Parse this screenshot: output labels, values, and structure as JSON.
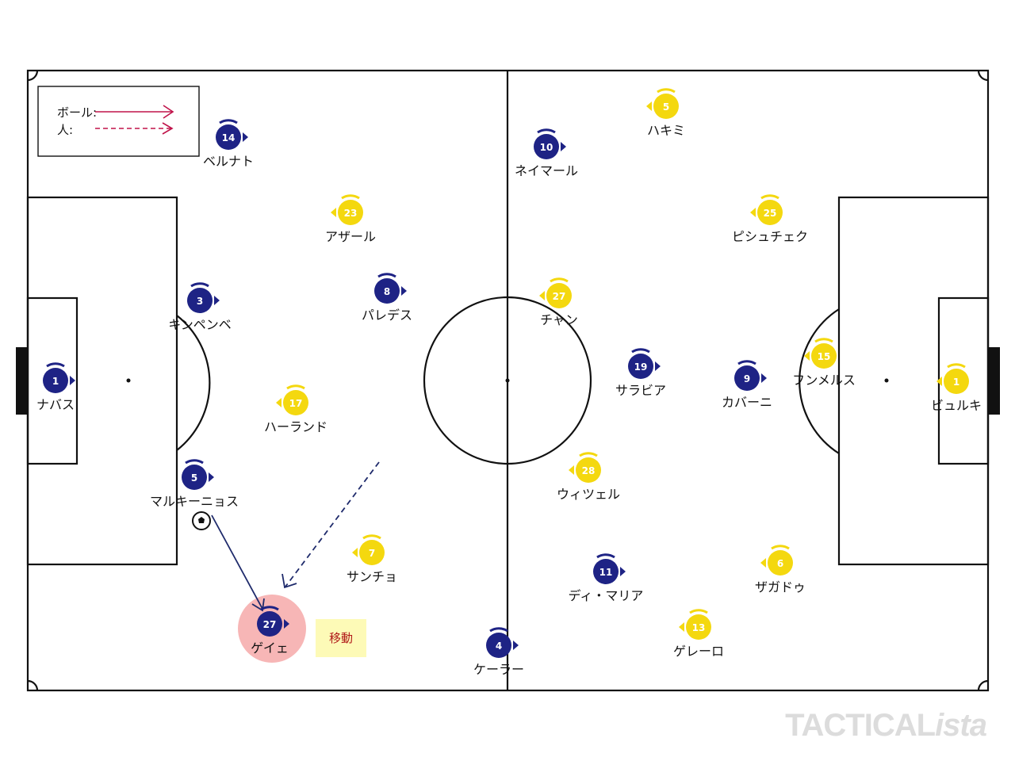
{
  "legend": {
    "ball_label": "ボール:",
    "person_label": "人:",
    "ball_color": "#c0134a",
    "person_color": "#c0134a"
  },
  "team_colors": {
    "blue": "#1e2385",
    "yellow": "#f4d80f",
    "blue_text": "#ffffff",
    "yellow_text": "#ffffff"
  },
  "players": [
    {
      "team": "blue",
      "number": "14",
      "name": "ベルナト"
    },
    {
      "team": "blue",
      "number": "1",
      "name": "ナバス"
    },
    {
      "team": "blue",
      "number": "3",
      "name": "キンペンベ"
    },
    {
      "team": "blue",
      "number": "5",
      "name": "マルキーニョス"
    },
    {
      "team": "blue",
      "number": "27",
      "name": "ゲイェ"
    },
    {
      "team": "blue",
      "number": "8",
      "name": "パレデス"
    },
    {
      "team": "blue",
      "number": "4",
      "name": "ケーラー"
    },
    {
      "team": "blue",
      "number": "10",
      "name": "ネイマール"
    },
    {
      "team": "blue",
      "number": "19",
      "name": "サラビア"
    },
    {
      "team": "blue",
      "number": "11",
      "name": "ディ・マリア"
    },
    {
      "team": "blue",
      "number": "9",
      "name": "カバーニ"
    },
    {
      "team": "yellow",
      "number": "23",
      "name": "アザール"
    },
    {
      "team": "yellow",
      "number": "17",
      "name": "ハーランド"
    },
    {
      "team": "yellow",
      "number": "7",
      "name": "サンチョ"
    },
    {
      "team": "yellow",
      "number": "5",
      "name": "ハキミ"
    },
    {
      "team": "yellow",
      "number": "27",
      "name": "チャン"
    },
    {
      "team": "yellow",
      "number": "28",
      "name": "ウィツェル"
    },
    {
      "team": "yellow",
      "number": "25",
      "name": "ピシュチェク"
    },
    {
      "team": "yellow",
      "number": "15",
      "name": "フンメルス"
    },
    {
      "team": "yellow",
      "number": "6",
      "name": "ザガドゥ"
    },
    {
      "team": "yellow",
      "number": "13",
      "name": "ゲレーロ"
    },
    {
      "team": "yellow",
      "number": "1",
      "name": "ビュルキ"
    }
  ],
  "annotation": {
    "label": "移動",
    "highlight_color": "#f7b6b6",
    "box_color": "#fdfab7"
  },
  "arrows": {
    "pass_color": "#1e2a6b",
    "run_color": "#1e2a6b"
  },
  "brand": {
    "part1": "TACTICAL",
    "part2": "ista"
  }
}
